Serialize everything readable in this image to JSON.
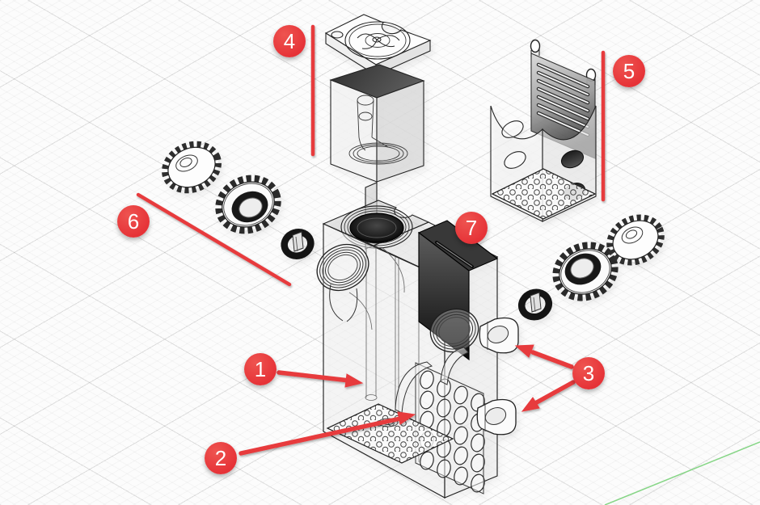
{
  "scene": {
    "description": "Exploded-view CAD wireframe diagram of an aquarium sump filter assembly on an isometric grid",
    "background_color": "#fcfcfc",
    "grid_major_color": "rgba(40,40,40,0.11)",
    "grid_minor_color": "rgba(40,40,40,0.04)",
    "ink_color": "#2b2b2b",
    "axis_line_color": "#86d586"
  },
  "annotations": {
    "accent_color": "#e73a3d",
    "number_color": "#ffffff",
    "callouts": [
      {
        "number": "1"
      },
      {
        "number": "2"
      },
      {
        "number": "3"
      },
      {
        "number": "4"
      },
      {
        "number": "5"
      },
      {
        "number": "6"
      },
      {
        "number": "7"
      }
    ]
  }
}
